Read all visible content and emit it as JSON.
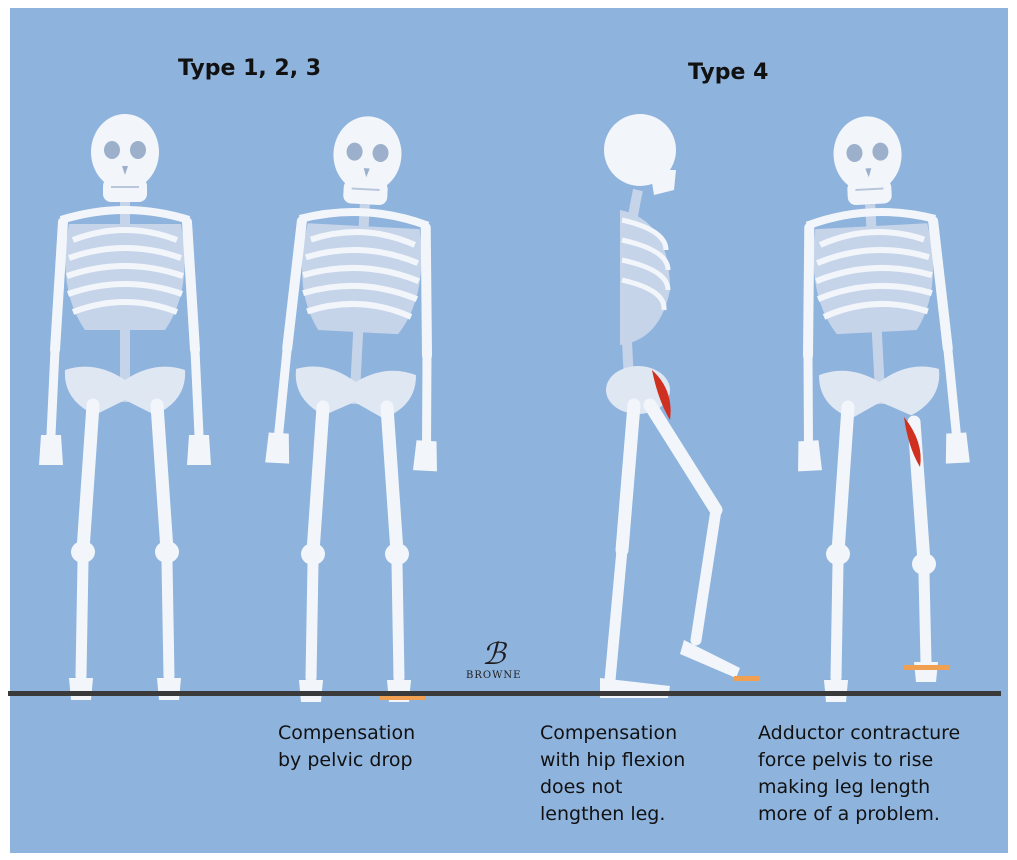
{
  "headings": {
    "left": "Type 1, 2, 3",
    "right": "Type 4"
  },
  "captions": {
    "fig2": [
      "Compensation",
      "by pelvic drop"
    ],
    "fig3": [
      "Compensation",
      "with hip flexion",
      "does not",
      "lengthen leg."
    ],
    "fig4": [
      "Adductor contracture",
      "force pelvis to rise",
      "making leg length",
      "more of a problem."
    ]
  },
  "signature": {
    "name": "BROWNE"
  },
  "colors": {
    "background": "#8eb3dd",
    "bone": "#f2f6fb",
    "bone_shade": "#c6d4ea",
    "lift": "#f0a050",
    "muscle": "#d03020",
    "ground": "#3a3a3a"
  }
}
